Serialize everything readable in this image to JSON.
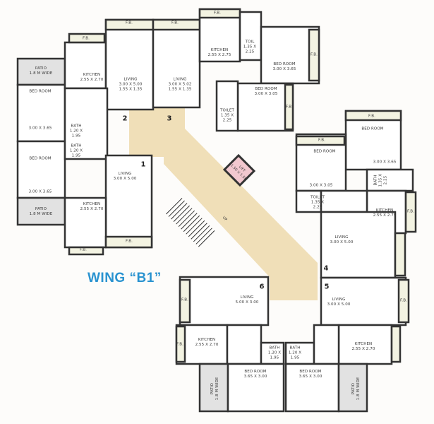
{
  "title": "WING “B1”",
  "colors": {
    "title": "#2a93d0",
    "corridor": "#f0dfb8",
    "lift": "#f2c8cf",
    "wall": "#333333",
    "patio": "#e2e2e2",
    "fb": "#f3f3e2"
  },
  "labels": [
    "PATIO\n1.8 M WIDE",
    "KITCHEN\n2.55 X 2.70",
    "F.B.",
    "F.B.",
    "F.B.",
    "LIVING\n3.00 X 5.00\n1.55 X 1.35",
    "LIVING\n3.00 X 5.02\n1.55 X 1.35",
    "BED ROOM",
    "3.00 X 3.65",
    "BATH\n1.20 X\n1.95",
    "BATH\n1.20 X\n1.95",
    "BED ROOM",
    "3.00 X 3.65",
    "LIVING\n3.00 X 5.00",
    "PATIO\n1.8 M WIDE",
    "KITCHEN\n2.55 X 2.70",
    "F.B.",
    "F.B.",
    "F.B.",
    "KITCHEN\n2.55 X 2.75",
    "TOIL\n1.35 X\n2.25",
    "BED ROOM\n3.00 X 3.65",
    "F.B.",
    "BED ROOM\n3.00 X 3.05",
    "TOILET\n1.35 X\n2.25",
    "F.B.",
    "F.B.",
    "BED ROOM",
    "3.00 X 3.65",
    "F.B.",
    "BED ROOM",
    "3.00 X 3.05",
    "BATH\n1.35 X\n2.25",
    "TOILET\n1.35 X\n2.25",
    "KITCHEN\n2.55 X 2.75",
    "F.B.",
    "LIVING\n3.00 X 5.00",
    "LIVING\n5.00 X 3.00",
    "F.B.",
    "LIVING\n3.00 X 5.00",
    "F.B.",
    "KITCHEN\n2.55 X 2.70",
    "F.B.",
    "KITCHEN\n2.55 X 2.70",
    "BATH\n1.20 X\n1.95",
    "BATH\n1.20 X\n1.95",
    "BED ROOM\n3.65 X 3.00",
    "BED ROOM\n3.65 X 3.00",
    "PATIO\n1.8 M WIDE",
    "PATIO\n1.8 M WIDE",
    "LIFT\n1.50 X 1.50",
    "UP"
  ],
  "flat_numbers": [
    "1",
    "2",
    "3",
    "4",
    "5",
    "6"
  ]
}
